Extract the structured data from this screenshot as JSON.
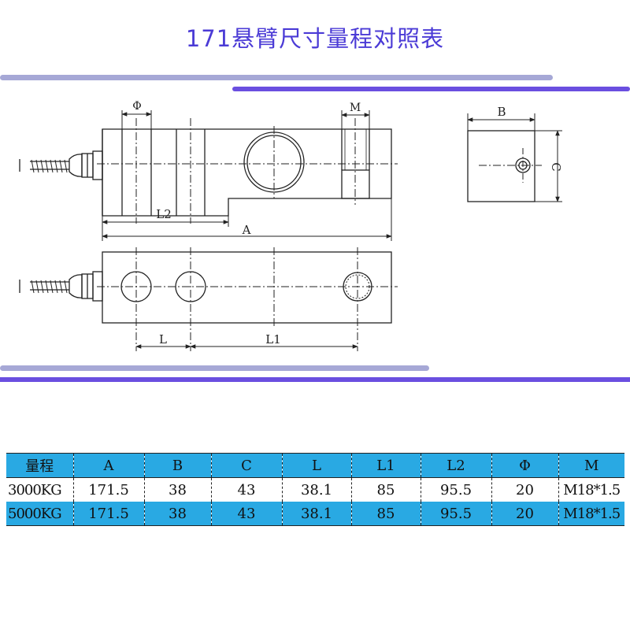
{
  "title": "171悬臂尺寸量程对照表",
  "colors": {
    "title": "#4b3bd6",
    "accent_bar": "#6a4fe0",
    "muted_bar": "#a6a8d6",
    "table_header": "#29a9e3",
    "table_row_alt": "#29a9e3",
    "drawing_line": "#222222"
  },
  "drawing_labels": {
    "phi": "Φ",
    "m": "M",
    "b": "B",
    "c": "C",
    "l2": "L2",
    "a": "A",
    "l": "L",
    "l1": "L1"
  },
  "table": {
    "headers": [
      "量程",
      "A",
      "B",
      "C",
      "L",
      "L1",
      "L2",
      "Φ",
      "M"
    ],
    "rows": [
      [
        "3000KG",
        "171.5",
        "38",
        "43",
        "38.1",
        "85",
        "95.5",
        "20",
        "M18*1.5"
      ],
      [
        "5000KG",
        "171.5",
        "38",
        "43",
        "38.1",
        "85",
        "95.5",
        "20",
        "M18*1.5"
      ]
    ]
  }
}
